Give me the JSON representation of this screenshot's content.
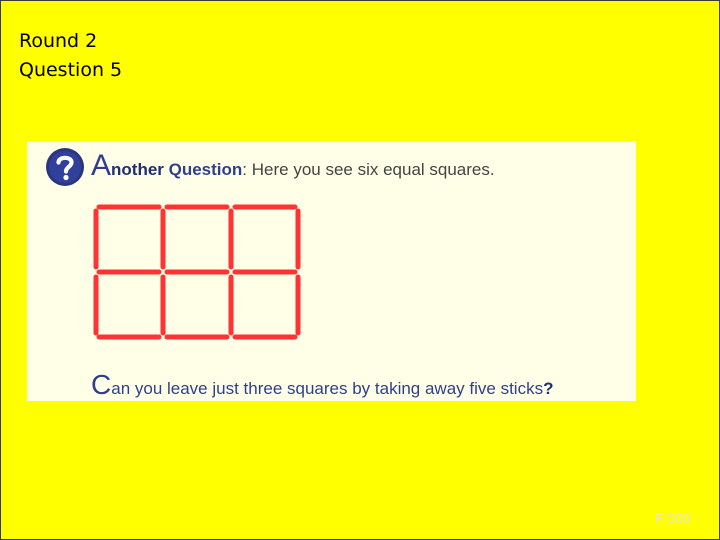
{
  "slide": {
    "round_label": "Round 2",
    "question_label": "Question 5",
    "footer": "F 500",
    "background_color": "#ffff00"
  },
  "puzzle": {
    "heading_first_letter": "A",
    "heading_rest_bold": "nother ",
    "heading_bold_word": "Question",
    "heading_text": ": Here you see six equal squares.",
    "question_first_letter": "C",
    "question_text": "an you leave just three squares by taking away five sticks",
    "question_mark": "?",
    "icon": "question-mark-icon",
    "stick_color": "#ff3333",
    "icon_color": "#2a3580"
  }
}
